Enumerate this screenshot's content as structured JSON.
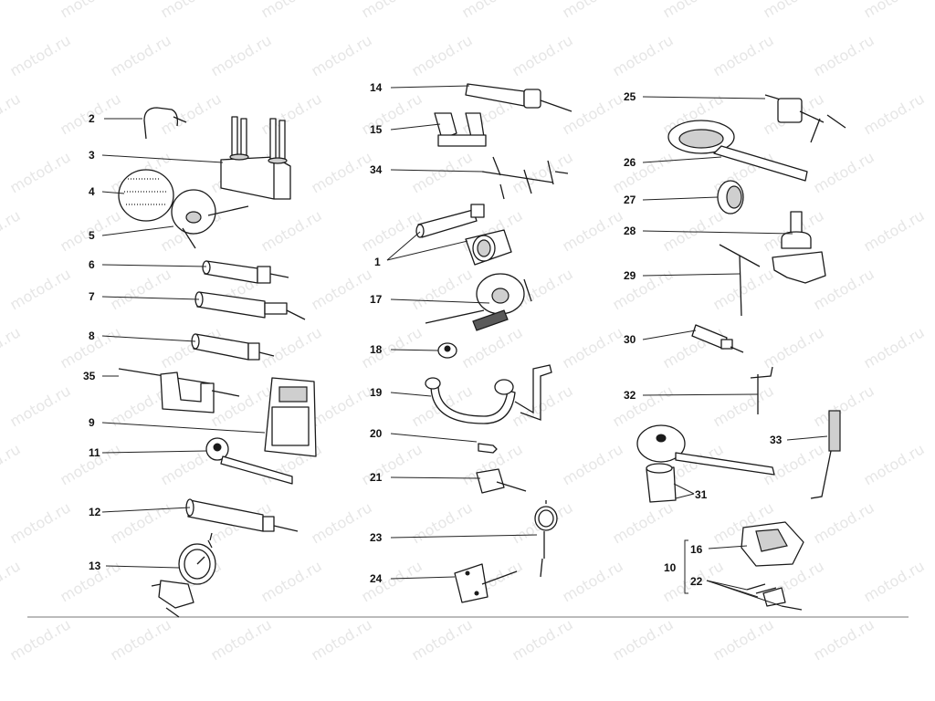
{
  "watermark": "motod.ru",
  "callouts": {
    "c1": "1",
    "c2": "2",
    "c3": "3",
    "c4": "4",
    "c5": "5",
    "c6": "6",
    "c7": "7",
    "c8": "8",
    "c9": "9",
    "c10": "10",
    "c11": "11",
    "c12": "12",
    "c13": "13",
    "c14": "14",
    "c15": "15",
    "c16": "16",
    "c17": "17",
    "c18": "18",
    "c19": "19",
    "c20": "20",
    "c21": "21",
    "c22": "22",
    "c23": "23",
    "c24": "24",
    "c25": "25",
    "c26": "26",
    "c27": "27",
    "c28": "28",
    "c29": "29",
    "c30": "30",
    "c31": "31",
    "c32": "32",
    "c33": "33",
    "c34": "34",
    "c35": "35"
  }
}
